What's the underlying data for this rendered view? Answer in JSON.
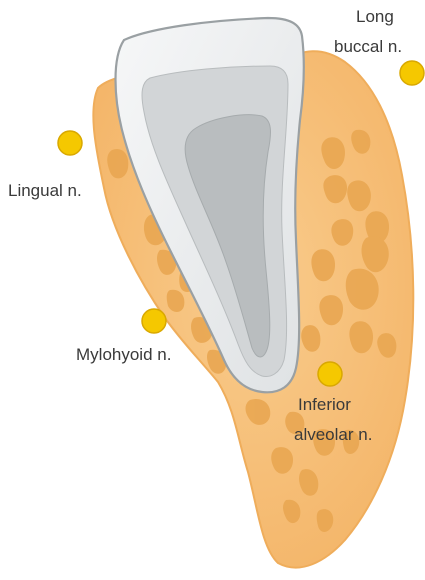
{
  "diagram": {
    "labels": {
      "long_buccal": [
        "Long",
        "buccal n."
      ],
      "lingual": "Lingual n.",
      "mylohyoid": "Mylohyoid n.",
      "inferior_alveolar": [
        "Inferior",
        "alveolar n."
      ]
    },
    "colors": {
      "bone": "#f7c27d",
      "bone_edge": "#f0b060",
      "cancellous": "#e9a752",
      "tooth_outer": "#eef0f1",
      "tooth_mid": "#d2d5d7",
      "tooth_pulp": "#b9bdbf",
      "tooth_edge": "#9aa0a3",
      "nerve": "#f5c800",
      "nerve_edge": "#d9a800"
    },
    "nerve_markers": [
      "long-buccal",
      "lingual",
      "mylohyoid",
      "inferior-alveolar"
    ]
  }
}
